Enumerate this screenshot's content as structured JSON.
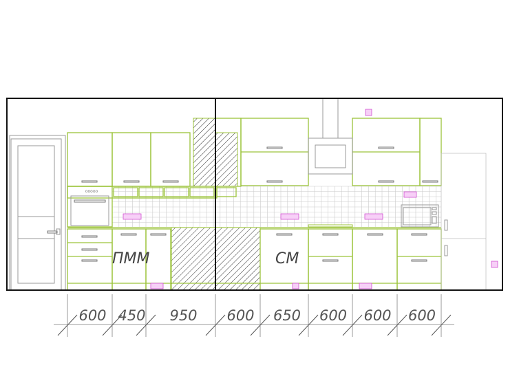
{
  "labels": {
    "dishwasher": "ПММ",
    "washing_machine": "СМ"
  },
  "dimensions": [
    "600",
    "450",
    "950",
    "600",
    "650",
    "600",
    "600",
    "600"
  ],
  "colors": {
    "cabinet": "#9cc43a",
    "socket": "#d050d0",
    "frame": "#000000"
  }
}
